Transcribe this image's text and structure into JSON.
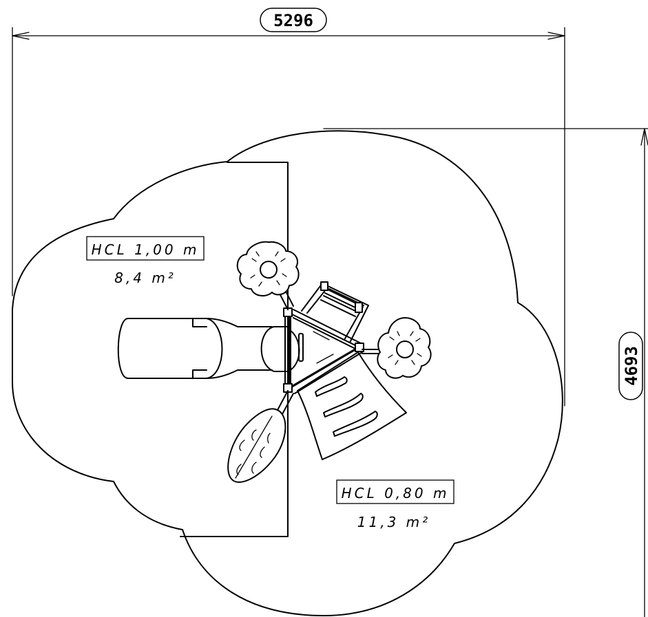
{
  "dimensions": {
    "width": "5296",
    "height": "4693"
  },
  "zones": [
    {
      "hcl": "HCL 1,00 m",
      "area": "8,4 m²"
    },
    {
      "hcl": "HCL 0,80 m",
      "area": "11,3 m²"
    }
  ]
}
